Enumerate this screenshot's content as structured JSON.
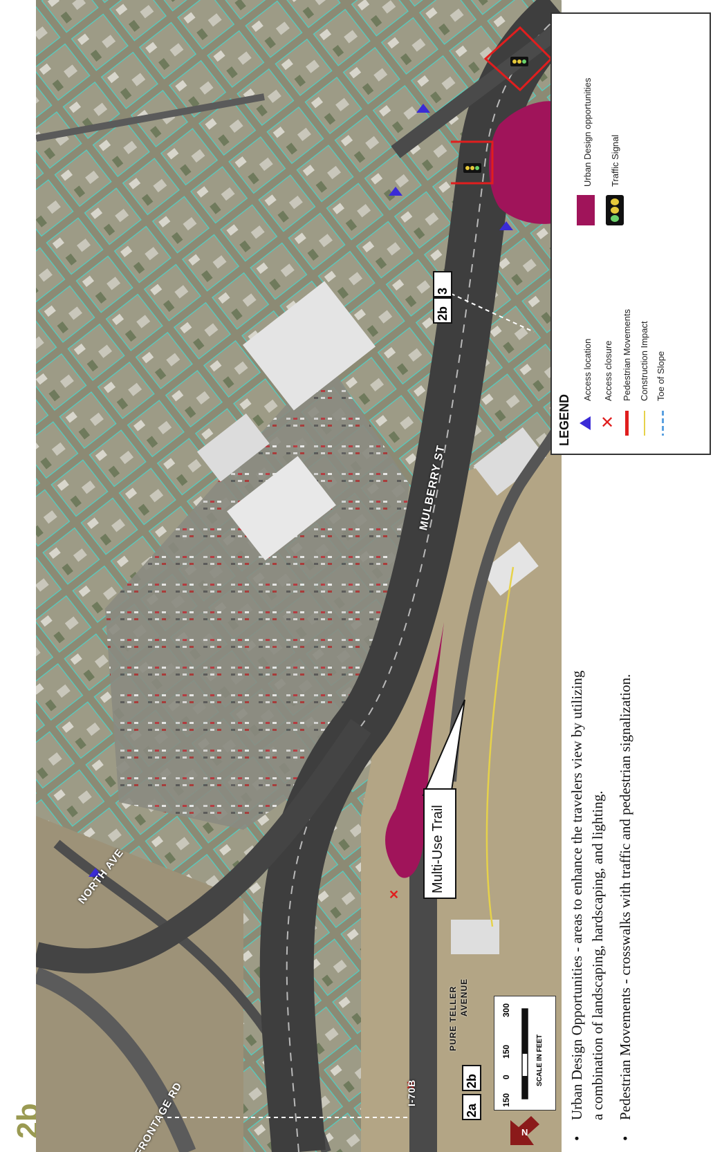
{
  "page": {
    "section_label": "2b"
  },
  "map": {
    "streets": {
      "north_ave": "NORTH AVE",
      "frontage_rd": "FRONTAGE RD",
      "mulberry_st": "MULBERRY ST",
      "i70b": "I-70B",
      "avenue": "AVENUE",
      "pure_teller": "PURE TELLER"
    },
    "callout": "Multi-Use Trail",
    "section_markers": [
      "2a",
      "2b",
      "2b",
      "3"
    ],
    "scale": {
      "ticks": [
        "150",
        "0",
        "150",
        "300"
      ],
      "caption": "SCALE IN FEET"
    },
    "north_arrow_letter": "N"
  },
  "legend": {
    "title": "LEGEND",
    "items": [
      {
        "label": "Access location",
        "icon": "blue-triangle-icon"
      },
      {
        "label": "Access closure",
        "icon": "red-x-icon"
      },
      {
        "label": "Pedestrian Movements",
        "icon": "red-line-icon"
      },
      {
        "label": "Construction Impact",
        "icon": "yellow-line-icon"
      },
      {
        "label": "Toe of Slope",
        "icon": "blue-dash-line-icon"
      },
      {
        "label": "Urban Design opportunities",
        "icon": "magenta-area-icon"
      },
      {
        "label": "Traffic Signal",
        "icon": "traffic-signal-icon"
      }
    ]
  },
  "notes": [
    {
      "line1": "Urban Design Opportunities - areas to enhance the travelers view by utilizing",
      "line2": "a combination of landscaping, hardscaping, and lighting."
    },
    {
      "line1": "Pedestrian Movements - crosswalks with traffic and pedestrian signalization."
    }
  ],
  "colors": {
    "urban_design": "#a0145a",
    "access_location": "#3a2bd6",
    "access_closure": "#e01e1e",
    "pedestrian": "#e01e1e",
    "construction": "#e6d24a",
    "toe_of_slope": "#5aa0e0",
    "parcel": "#4fd1c5",
    "page_label": "#9a9a52"
  }
}
